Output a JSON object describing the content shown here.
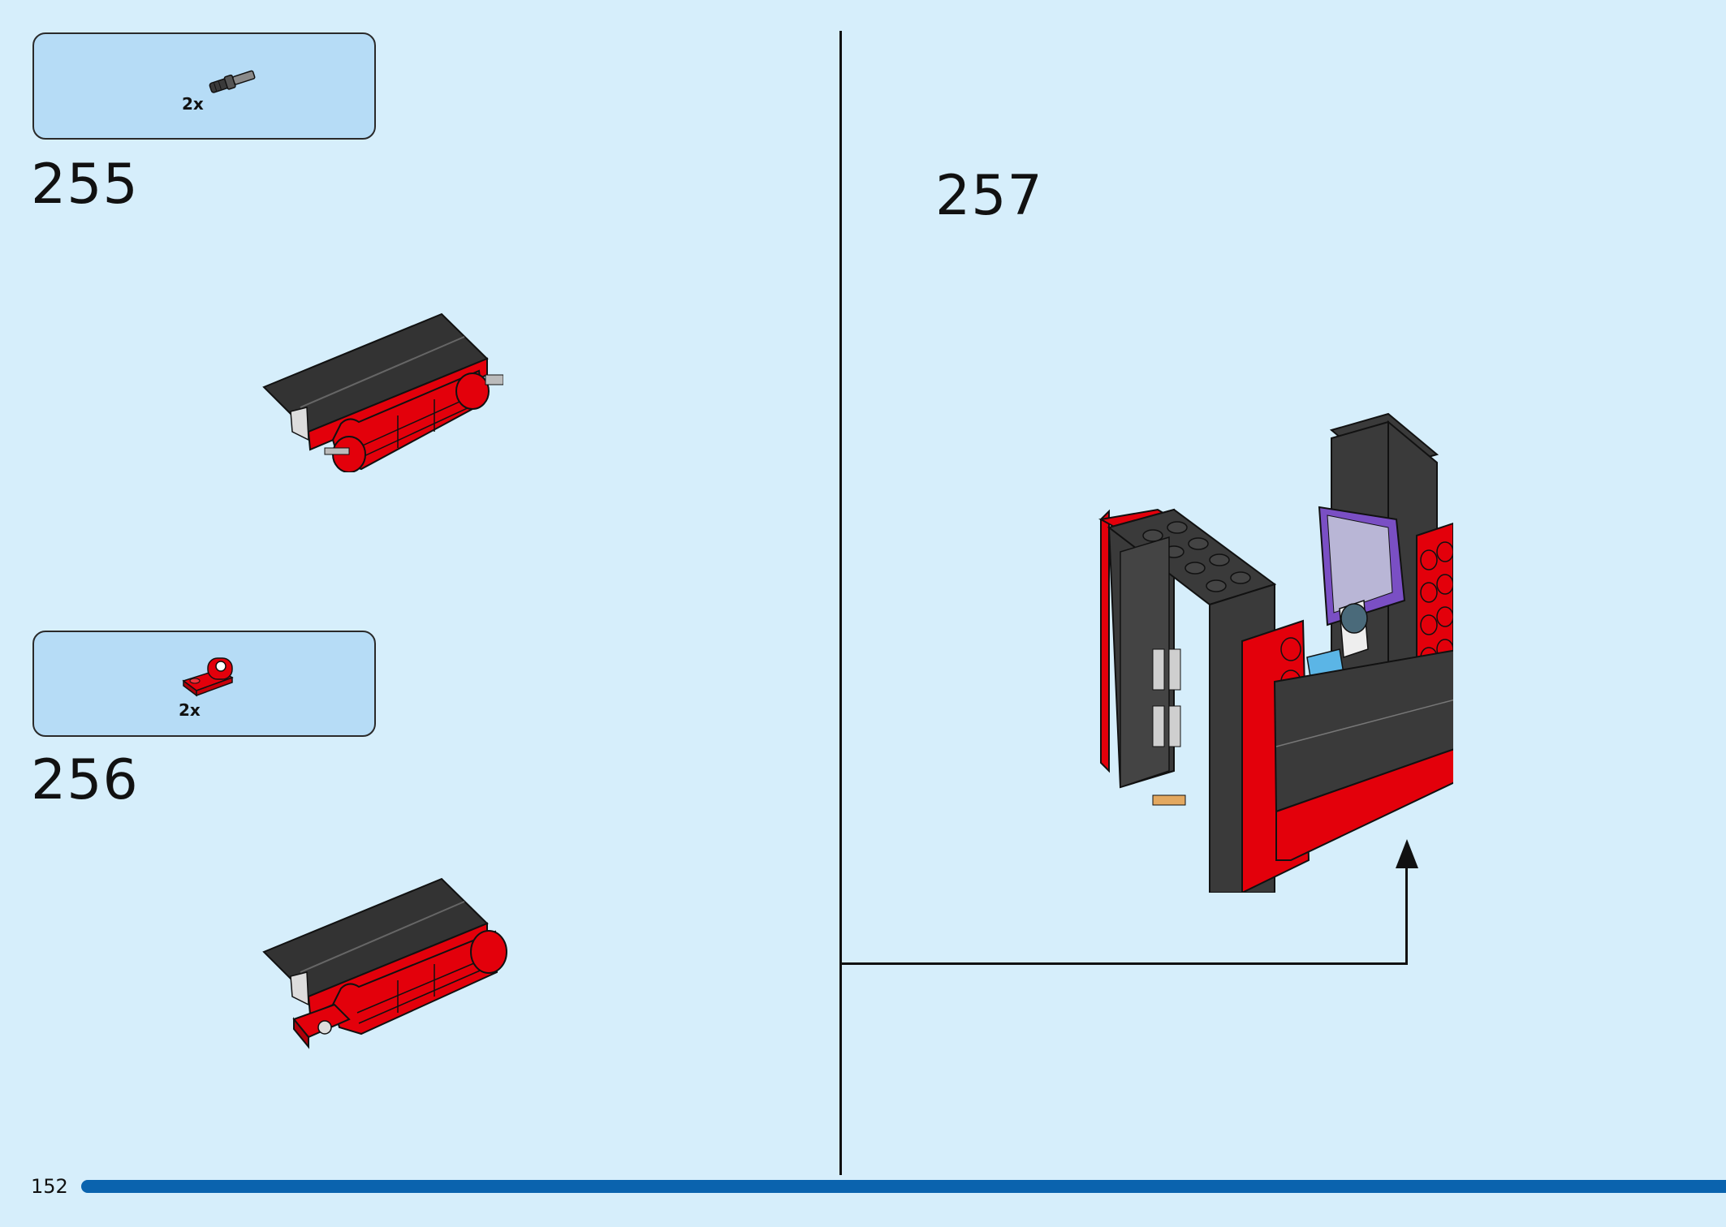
{
  "page": {
    "number": "152"
  },
  "progress": {
    "fraction": 1.0,
    "color": "#0a63ae"
  },
  "colors": {
    "background": "#d6eefb",
    "parts_box": "#b6dcf6",
    "brick_red": "#e3000b",
    "brick_black": "#333333"
  },
  "steps": [
    {
      "number": "255",
      "parts": [
        {
          "icon": "axle-pin-part-icon",
          "quantity": "2x"
        }
      ]
    },
    {
      "number": "256",
      "parts": [
        {
          "icon": "red-plate-part-icon",
          "quantity": "2x"
        }
      ]
    },
    {
      "number": "257",
      "parts": []
    }
  ]
}
